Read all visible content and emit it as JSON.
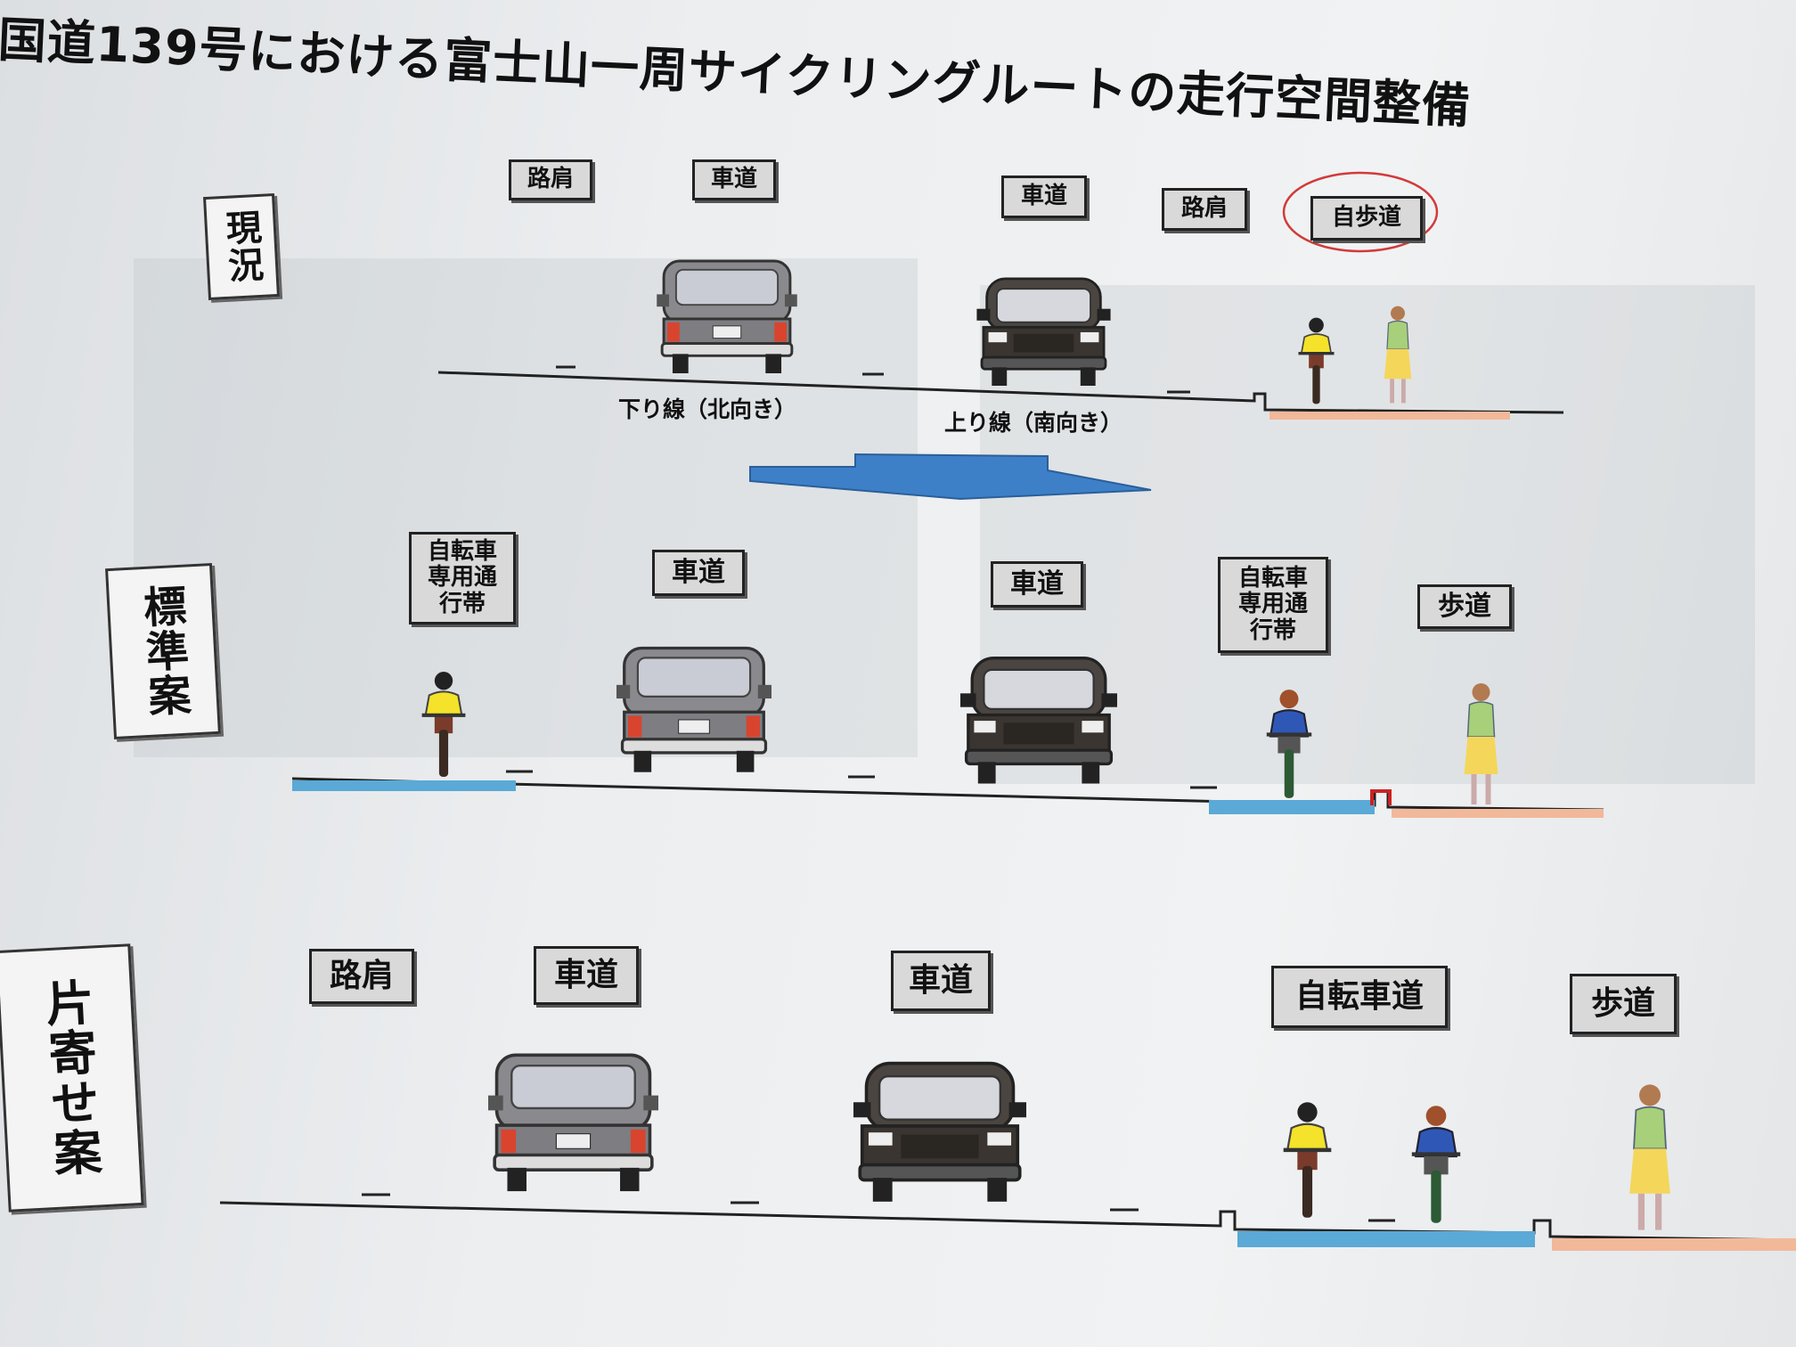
{
  "title": "国道139号における富士山一周サイクリングルートの走行空間整備",
  "sections": [
    {
      "name": "現況",
      "labels": [
        "路肩",
        "車道",
        "車道",
        "路肩",
        "自歩道"
      ],
      "captions": [
        "下り線（北向き）",
        "上り線（南向き）"
      ]
    },
    {
      "name": "標準案",
      "labels": [
        "自転車専用通行帯",
        "車道",
        "車道",
        "自転車専用通行帯",
        "歩道"
      ]
    },
    {
      "name": "片寄せ案",
      "labels": [
        "路肩",
        "車道",
        "車道",
        "自転車道",
        "歩道"
      ]
    }
  ],
  "colors": {
    "bike_lane": "#5aa9d6",
    "sidewalk": "#f2b89a",
    "arrow": "#3d80c8",
    "highlight_circle": "#d23a3a",
    "curb_red": "#cc2222"
  }
}
